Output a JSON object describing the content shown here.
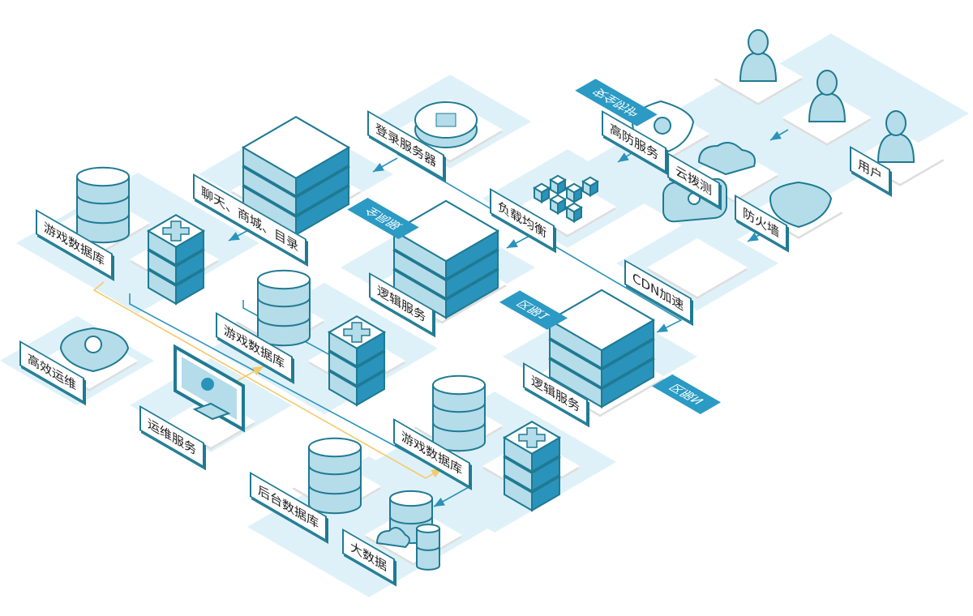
{
  "colors": {
    "zone": "#dff1f8",
    "pad": "#ffffff",
    "stroke": "#1f7a93",
    "dark": "#2a93bb",
    "light": "#b4dce9",
    "arrow": "#2a93bb",
    "ops_arrow": "#f5c96a"
  },
  "labels": {
    "login": "登录服务器",
    "chat": "聊天、商城、目录",
    "load_balance": "负载均衡",
    "high_defense": "高防服务",
    "cloud_probe": "云拨测",
    "firewall": "防火墙",
    "users": "用户",
    "cdn": "CDN加速",
    "logic1": "逻辑服务",
    "logicN": "逻辑服务",
    "gamedb1": "游戏数据库",
    "gamedb2": "游戏数据库",
    "gamedb3": "游戏数据库",
    "ops_efficient": "高效运维",
    "ops_service": "运维服务",
    "backend_db": "后台数据库",
    "bigdata": "大数据"
  },
  "tags": {
    "security": "安全防护",
    "global": "全局服",
    "zone1": "区服1",
    "zoneN": "区服N"
  }
}
